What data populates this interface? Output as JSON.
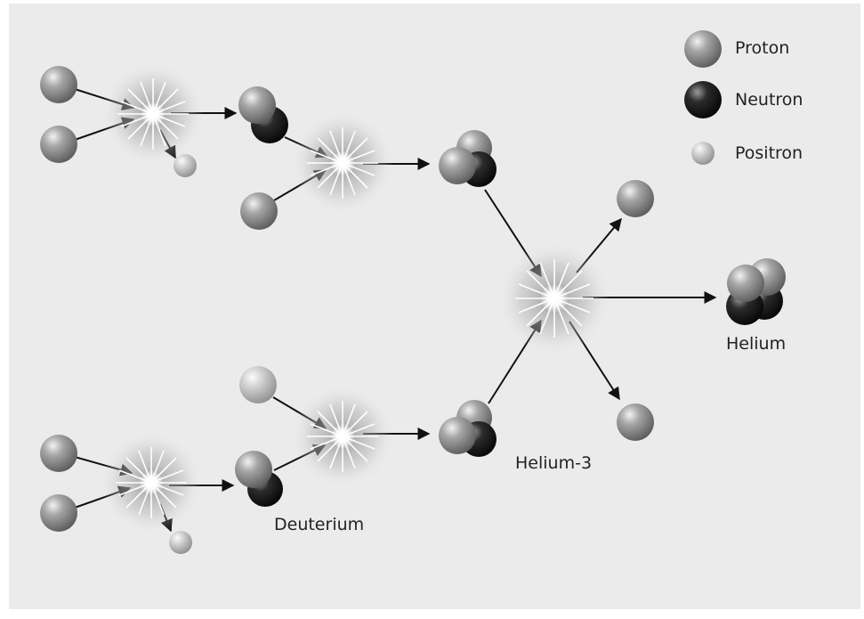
{
  "legend": [
    {
      "key": "proton",
      "label": "Proton"
    },
    {
      "key": "neutron",
      "label": "Neutron"
    },
    {
      "key": "positron",
      "label": "Positron"
    }
  ],
  "labels": {
    "deuterium": "Deuterium",
    "helium3": "Helium-3",
    "helium": "Helium"
  },
  "colors": {
    "background": "#ebebeb",
    "proton": "#8c8c8c",
    "neutron": "#1e1e1e",
    "positron": "#b9b9b9",
    "arrow": "#111111"
  }
}
